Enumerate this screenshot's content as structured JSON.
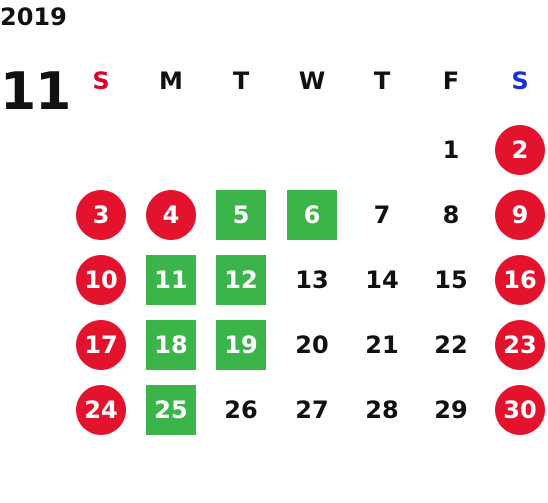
{
  "header": {
    "year": "2019",
    "month": "11"
  },
  "colors": {
    "sunday_label": "#e0002a",
    "saturday_label": "#1530d8",
    "weekday_label": "#111111",
    "holiday_circle": "#e3132d",
    "special_square": "#3bb54a",
    "normal_text": "#111111"
  },
  "weekdays": [
    {
      "label": "S",
      "kind": "sunday"
    },
    {
      "label": "M",
      "kind": "weekday"
    },
    {
      "label": "T",
      "kind": "weekday"
    },
    {
      "label": "W",
      "kind": "weekday"
    },
    {
      "label": "T",
      "kind": "weekday"
    },
    {
      "label": "F",
      "kind": "weekday"
    },
    {
      "label": "S",
      "kind": "saturday"
    }
  ],
  "weeks": [
    [
      {
        "day": "",
        "style": "empty"
      },
      {
        "day": "",
        "style": "empty"
      },
      {
        "day": "",
        "style": "empty"
      },
      {
        "day": "",
        "style": "empty"
      },
      {
        "day": "",
        "style": "empty"
      },
      {
        "day": "1",
        "style": "normal"
      },
      {
        "day": "2",
        "style": "holiday"
      }
    ],
    [
      {
        "day": "3",
        "style": "holiday"
      },
      {
        "day": "4",
        "style": "holiday"
      },
      {
        "day": "5",
        "style": "special"
      },
      {
        "day": "6",
        "style": "special"
      },
      {
        "day": "7",
        "style": "normal"
      },
      {
        "day": "8",
        "style": "normal"
      },
      {
        "day": "9",
        "style": "holiday"
      }
    ],
    [
      {
        "day": "10",
        "style": "holiday"
      },
      {
        "day": "11",
        "style": "special"
      },
      {
        "day": "12",
        "style": "special"
      },
      {
        "day": "13",
        "style": "normal"
      },
      {
        "day": "14",
        "style": "normal"
      },
      {
        "day": "15",
        "style": "normal"
      },
      {
        "day": "16",
        "style": "holiday"
      }
    ],
    [
      {
        "day": "17",
        "style": "holiday"
      },
      {
        "day": "18",
        "style": "special"
      },
      {
        "day": "19",
        "style": "special"
      },
      {
        "day": "20",
        "style": "normal"
      },
      {
        "day": "21",
        "style": "normal"
      },
      {
        "day": "22",
        "style": "normal"
      },
      {
        "day": "23",
        "style": "holiday"
      }
    ],
    [
      {
        "day": "24",
        "style": "holiday"
      },
      {
        "day": "25",
        "style": "special"
      },
      {
        "day": "26",
        "style": "normal"
      },
      {
        "day": "27",
        "style": "normal"
      },
      {
        "day": "28",
        "style": "normal"
      },
      {
        "day": "29",
        "style": "normal"
      },
      {
        "day": "30",
        "style": "holiday"
      }
    ]
  ]
}
